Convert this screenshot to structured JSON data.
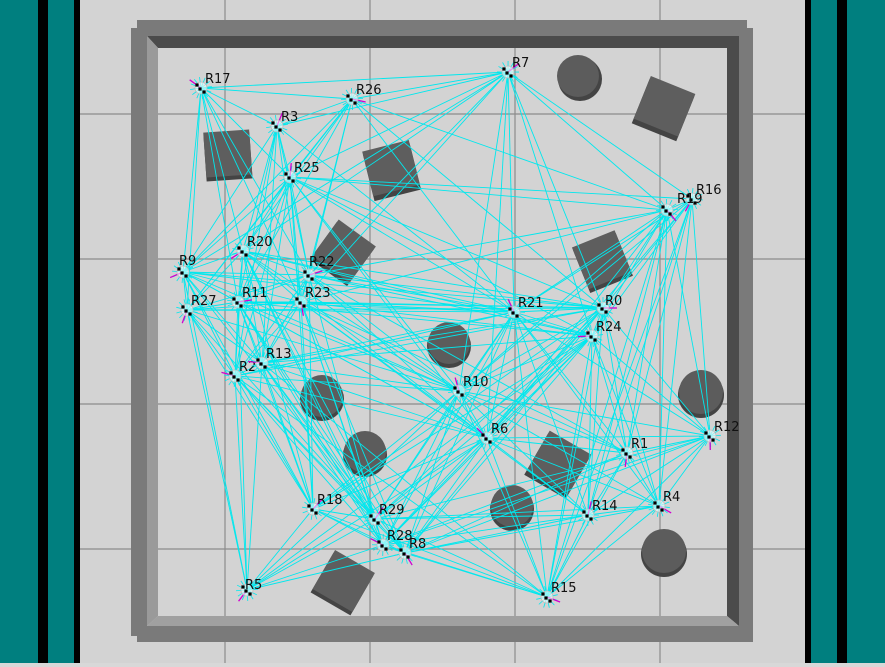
{
  "scene": {
    "colors": {
      "floor": "#d3d3d3",
      "grid": "#8c8c8c",
      "wall_light": "#7a7a7a",
      "wall_dark": "#4b4b4b",
      "obstacle": "#575757",
      "teal_band": "#007f7f",
      "black_band": "#000000",
      "link": "#00e8ee",
      "robot": "#000000",
      "heading": "#d000d0"
    }
  },
  "robots": [
    {
      "id": "R0",
      "label": "R0"
    },
    {
      "id": "R1",
      "label": "R1"
    },
    {
      "id": "R2",
      "label": "R2"
    },
    {
      "id": "R3",
      "label": "R3"
    },
    {
      "id": "R4",
      "label": "R4"
    },
    {
      "id": "R5",
      "label": "R5"
    },
    {
      "id": "R6",
      "label": "R6"
    },
    {
      "id": "R7",
      "label": "R7"
    },
    {
      "id": "R8",
      "label": "R8"
    },
    {
      "id": "R9",
      "label": "R9"
    },
    {
      "id": "R10",
      "label": "R10"
    },
    {
      "id": "R11",
      "label": "R11"
    },
    {
      "id": "R12",
      "label": "R12"
    },
    {
      "id": "R13",
      "label": "R13"
    },
    {
      "id": "R14",
      "label": "R14"
    },
    {
      "id": "R15",
      "label": "R15"
    },
    {
      "id": "R16",
      "label": "R16"
    },
    {
      "id": "R17",
      "label": "R17"
    },
    {
      "id": "R18",
      "label": "R18"
    },
    {
      "id": "R19",
      "label": "R19"
    },
    {
      "id": "R20",
      "label": "R20"
    },
    {
      "id": "R21",
      "label": "R21"
    },
    {
      "id": "R22",
      "label": "R22"
    },
    {
      "id": "R23",
      "label": "R23"
    },
    {
      "id": "R24",
      "label": "R24"
    },
    {
      "id": "R25",
      "label": "R25"
    },
    {
      "id": "R26",
      "label": "R26"
    },
    {
      "id": "R27",
      "label": "R27"
    },
    {
      "id": "R28",
      "label": "R28"
    },
    {
      "id": "R29",
      "label": "R29"
    }
  ]
}
